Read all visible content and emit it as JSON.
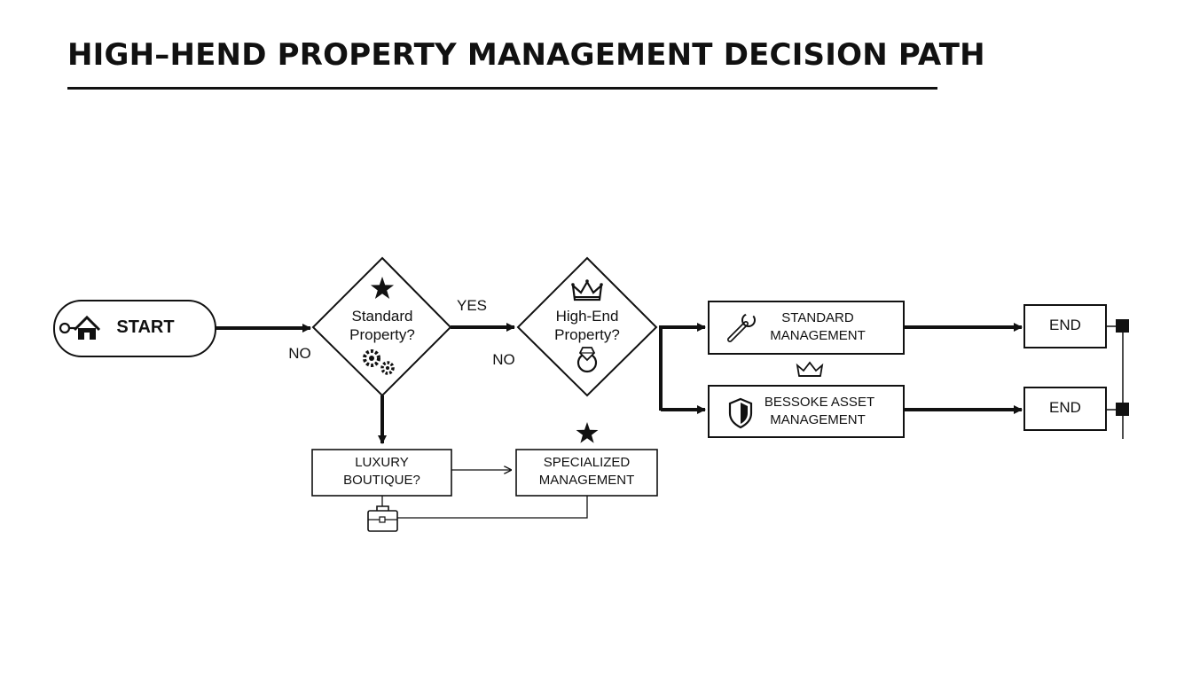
{
  "title": "HIGH–HEND PROPERTY MANAGEMENT DECISION PATH",
  "nodes": {
    "start": {
      "label": "START",
      "icons": [
        "key-icon",
        "house-icon"
      ]
    },
    "decision_standard": {
      "line1": "Standard",
      "line2": "Property?",
      "icons": [
        "star-icon",
        "gears-icon"
      ]
    },
    "decision_highend": {
      "line1": "High-End",
      "line2": "Property?",
      "icons": [
        "crown-icon",
        "diamond-ring-icon"
      ]
    },
    "standard_management": {
      "line1": "STANDARD",
      "line2": "MANAGEMENT",
      "icons": [
        "wrench-icon"
      ]
    },
    "bespoke_management": {
      "line1": "BESSOKE ASSET",
      "line2": "MANAGEMENT",
      "icons": [
        "shield-icon"
      ]
    },
    "luxury_boutique": {
      "line1": "LUXURY",
      "line2": "BOUTIQUE?",
      "icons": [
        "briefcase-icon"
      ]
    },
    "specialized_management": {
      "line1": "SPECIALIZED",
      "line2": "MANAGEMENT",
      "icons": [
        "star-icon"
      ]
    },
    "end_top": {
      "label": "END"
    },
    "end_bottom": {
      "label": "END"
    }
  },
  "edge_labels": {
    "no_left": "NO",
    "yes": "YES",
    "no_right": "NO"
  },
  "decorations": [
    "crown-outline-icon"
  ]
}
